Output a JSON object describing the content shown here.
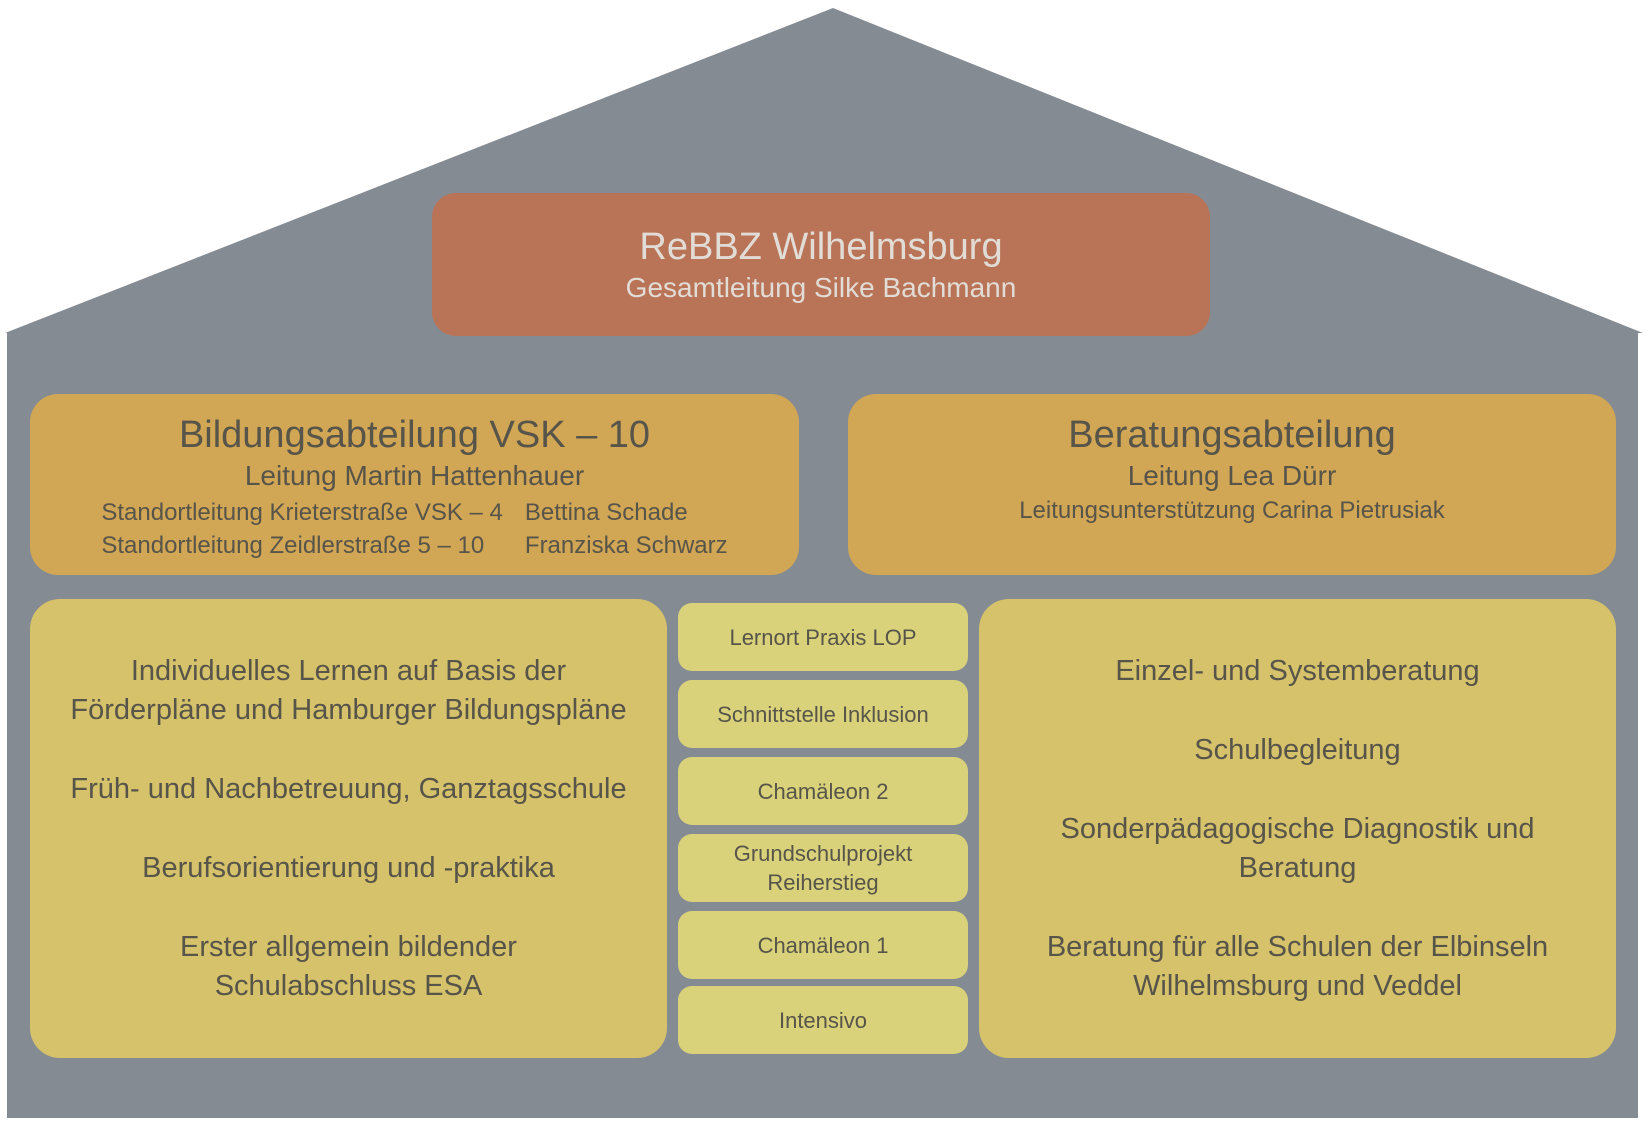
{
  "colors": {
    "house": "#858b93",
    "top_box": "#b97457",
    "department_box": "#d1a655",
    "content_box": "#d6c26a",
    "project_box": "#d9d27b",
    "text_dark": "#57544a",
    "text_light": "#e2dcd6"
  },
  "top": {
    "title": "ReBBZ Wilhelmsburg",
    "subtitle": "Gesamtleitung Silke Bachmann"
  },
  "departments": [
    {
      "title": "Bildungsabteilung VSK – 10",
      "lead": "Leitung Martin Hattenhauer",
      "sites": [
        {
          "label": "Standortleitung Krieterstraße VSK – 4",
          "person": "Bettina Schade"
        },
        {
          "label": "Standortleitung Zeidlerstraße 5 – 10",
          "person": "Franziska Schwarz"
        }
      ]
    },
    {
      "title": "Beratungsabteilung",
      "lead": "Leitung Lea Dürr",
      "support": "Leitungsunterstützung Carina Pietrusiak"
    }
  ],
  "education_items": [
    "Individuelles Lernen auf Basis der Förderpläne und Hamburger Bildungspläne",
    "Früh- und Nachbetreuung, Ganztagsschule",
    "Berufsorientierung und -praktika",
    "Erster allgemein bildender Schulabschluss ESA"
  ],
  "projects": [
    "Lernort Praxis LOP",
    "Schnittstelle Inklusion",
    "Chamäleon 2",
    "Grundschulprojekt Reiherstieg",
    "Chamäleon 1",
    "Intensivo"
  ],
  "counseling_items": [
    "Einzel- und Systemberatung",
    "Schulbegleitung",
    "Sonderpädagogische Diagnostik und Beratung",
    "Beratung für alle Schulen der Elbinseln Wilhelmsburg und Veddel"
  ]
}
